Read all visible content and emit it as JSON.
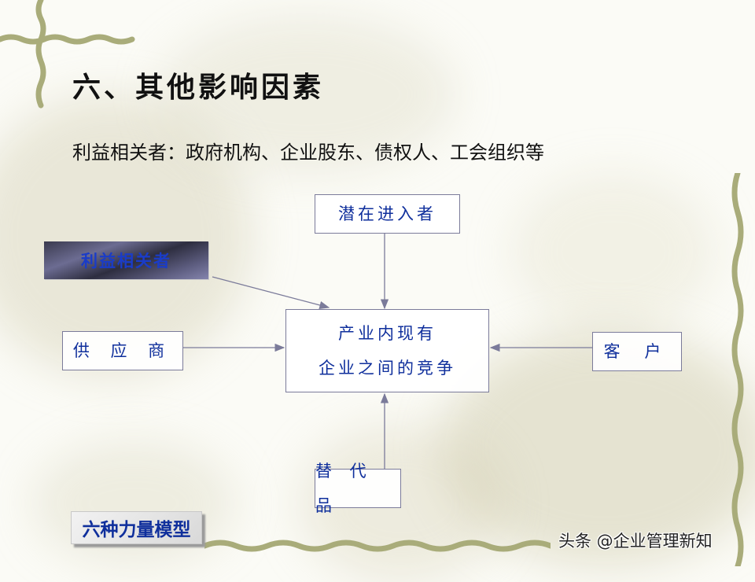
{
  "slide": {
    "title": "六、其他影响因素",
    "subtitle": "利益相关者：政府机构、企业股东、债权人、工会组织等"
  },
  "diagram": {
    "center": {
      "line1": "产业内现有",
      "line2": "企业之间的竞争"
    },
    "top": "潜在进入者",
    "left": "供 应 商",
    "right": "客 户",
    "bottom": "替 代 品",
    "stakeholder": "利益相关者",
    "edges": [
      {
        "from": "潜在进入者",
        "to": "产业内现有企业之间的竞争"
      },
      {
        "from": "供应商",
        "to": "产业内现有企业之间的竞争"
      },
      {
        "from": "客户",
        "to": "产业内现有企业之间的竞争"
      },
      {
        "from": "替代品",
        "to": "产业内现有企业之间的竞争"
      },
      {
        "from": "利益相关者",
        "to": "产业内现有企业之间的竞争"
      }
    ]
  },
  "footer": {
    "badge": "六种力量模型",
    "watermark": "头条 @企业管理新知"
  },
  "colors": {
    "box_text": "#0f2f9c",
    "box_border": "#7b7b9a",
    "arrow": "#7b7b9a",
    "vine": "#a9ac7a"
  }
}
